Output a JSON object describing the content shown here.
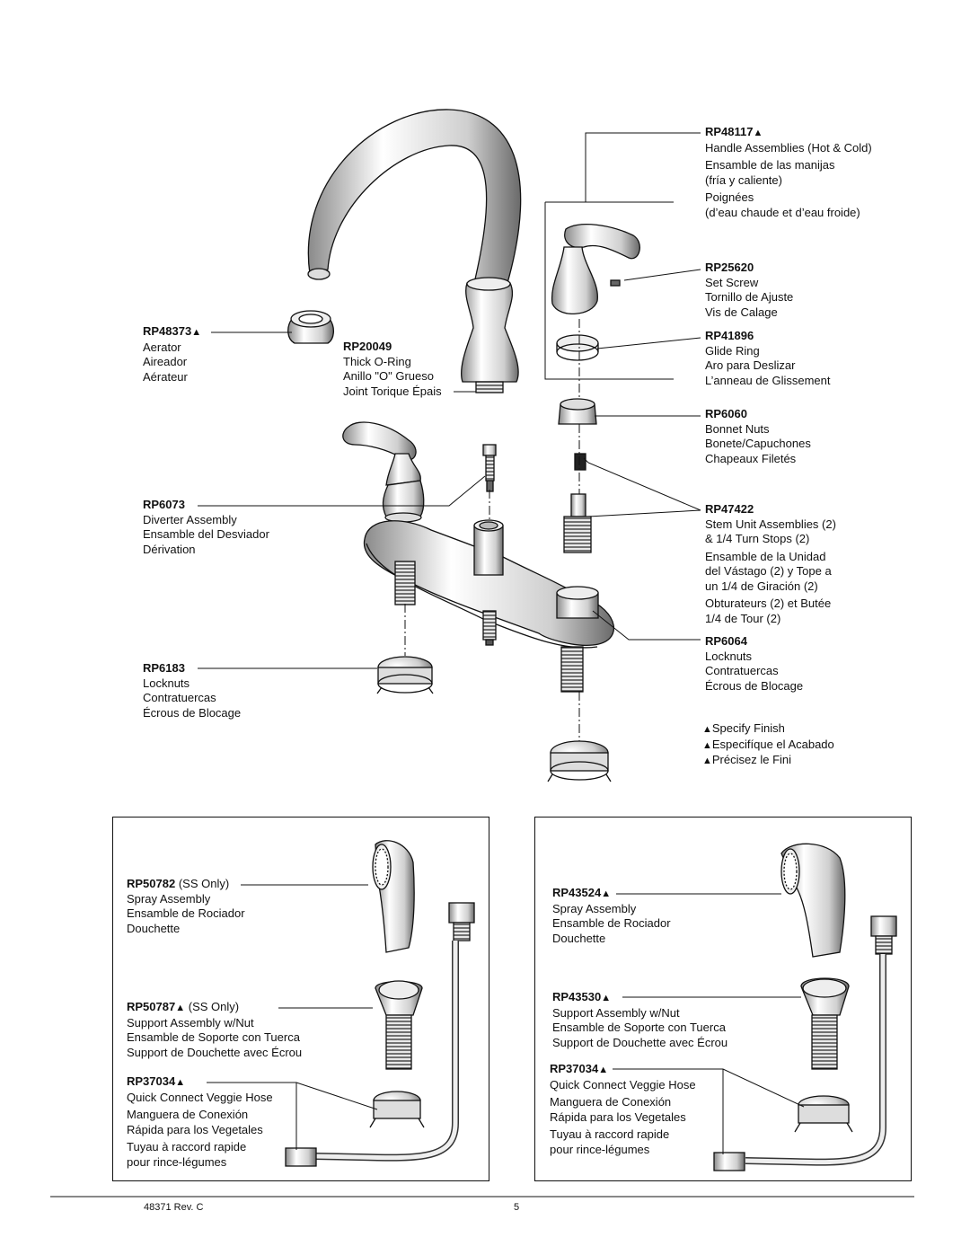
{
  "parts": {
    "rp48117": {
      "number": "RP48117",
      "mark": "▲",
      "lines": [
        "Handle Assemblies (Hot & Cold)",
        "Ensamble de las manijas",
        "(fría y caliente)",
        "Poignées",
        "(d’eau chaude et d’eau froide)"
      ]
    },
    "rp25620": {
      "number": "RP25620",
      "lines": [
        "Set Screw",
        "Tornillo de Ajuste",
        "Vis de Calage"
      ]
    },
    "rp41896": {
      "number": "RP41896",
      "lines": [
        "Glide Ring",
        "Aro para Deslizar",
        "L’anneau de Glissement"
      ]
    },
    "rp6060": {
      "number": "RP6060",
      "lines": [
        "Bonnet Nuts",
        "Bonete/Capuchones",
        "Chapeaux Filetés"
      ]
    },
    "rp47422": {
      "number": "RP47422",
      "lines": [
        "Stem Unit Assemblies (2)",
        "& 1/4 Turn Stops (2)",
        "Ensamble de la Unidad",
        "del Vástago (2) y Tope a",
        "un 1/4 de Giración (2)",
        "Obturateurs (2) et Butée",
        "1/4 de Tour (2)"
      ]
    },
    "rp6064": {
      "number": "RP6064",
      "lines": [
        "Locknuts",
        "Contratuercas",
        "Écrous de Blocage"
      ]
    },
    "rp48373": {
      "number": "RP48373",
      "mark": "▲",
      "lines": [
        "Aerator",
        "Aireador",
        "Aérateur"
      ]
    },
    "rp20049": {
      "number": "RP20049",
      "lines": [
        "Thick O-Ring",
        "Anillo \"O\" Grueso",
        "Joint Torique Épais"
      ]
    },
    "rp6073": {
      "number": "RP6073",
      "lines": [
        "Diverter Assembly",
        "Ensamble del Desviador",
        "Dérivation"
      ]
    },
    "rp6183": {
      "number": "RP6183",
      "lines": [
        "Locknuts",
        "Contratuercas",
        "Écrous de Blocage"
      ]
    },
    "rp50782": {
      "number": "RP50782",
      "note": "(SS Only)",
      "lines": [
        "Spray Assembly",
        "Ensamble de Rociador",
        "Douchette"
      ]
    },
    "rp50787": {
      "number": "RP50787",
      "mark": "▲",
      "note": "(SS Only)",
      "lines": [
        "Support Assembly w/Nut",
        "Ensamble de Soporte con Tuerca",
        "Support de Douchette avec Écrou"
      ]
    },
    "rp37034_left": {
      "number": "RP37034",
      "mark": "▲",
      "lines": [
        "Quick Connect Veggie Hose",
        "Manguera de Conexión",
        "Rápida para los Vegetales",
        "Tuyau à raccord rapide",
        "pour rince-légumes"
      ]
    },
    "rp43524": {
      "number": "RP43524",
      "mark": "▲",
      "lines": [
        "Spray Assembly",
        "Ensamble de Rociador",
        "Douchette"
      ]
    },
    "rp43530": {
      "number": "RP43530",
      "mark": "▲",
      "lines": [
        "Support Assembly w/Nut",
        "Ensamble de Soporte con Tuerca",
        "Support de Douchette avec Écrou"
      ]
    },
    "rp37034_right": {
      "number": "RP37034",
      "mark": "▲",
      "lines": [
        "Quick Connect Veggie Hose",
        "Manguera de Conexión",
        "Rápida para los Vegetales",
        "Tuyau à raccord rapide",
        "pour rince-légumes"
      ]
    }
  },
  "finish_note": {
    "mark": "▲",
    "lines": [
      "Specify Finish",
      "Especifíque el Acabado",
      "Précisez le Fini"
    ]
  },
  "footer": {
    "doc_number": "48371  Rev. C",
    "page_number": "5"
  },
  "colors": {
    "ink": "#111111",
    "paper": "#ffffff",
    "shade": "#d9d9d9",
    "dark_shade": "#7a7a7a"
  }
}
